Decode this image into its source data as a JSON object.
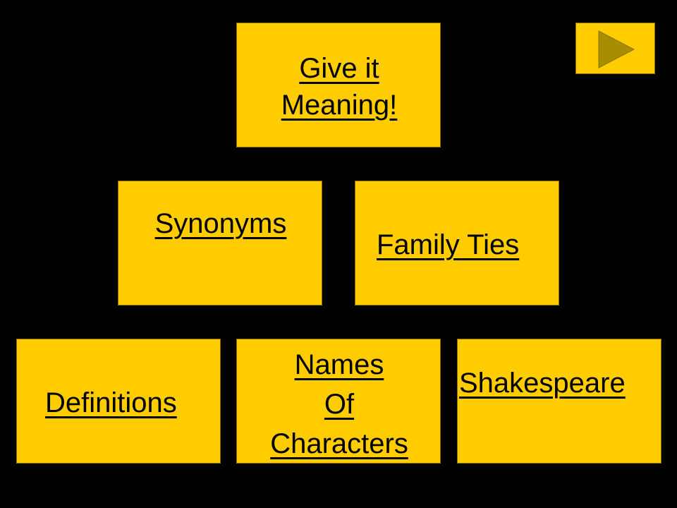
{
  "title_tile": {
    "lines": [
      "Give it ",
      "Meaning!"
    ]
  },
  "next_button": {
    "icon": "play-triangle-icon",
    "color": "#A88D00"
  },
  "categories": [
    {
      "lines": [
        "Synonyms"
      ]
    },
    {
      "lines": [
        "Family Ties"
      ]
    },
    {
      "lines": [
        "Definitions"
      ]
    },
    {
      "lines": [
        "Names ",
        "Of ",
        "Characters"
      ]
    },
    {
      "lines": [
        "Shakespeare"
      ]
    }
  ],
  "colors": {
    "background": "#000000",
    "tile": "#FFCC00",
    "text": "#000000"
  }
}
